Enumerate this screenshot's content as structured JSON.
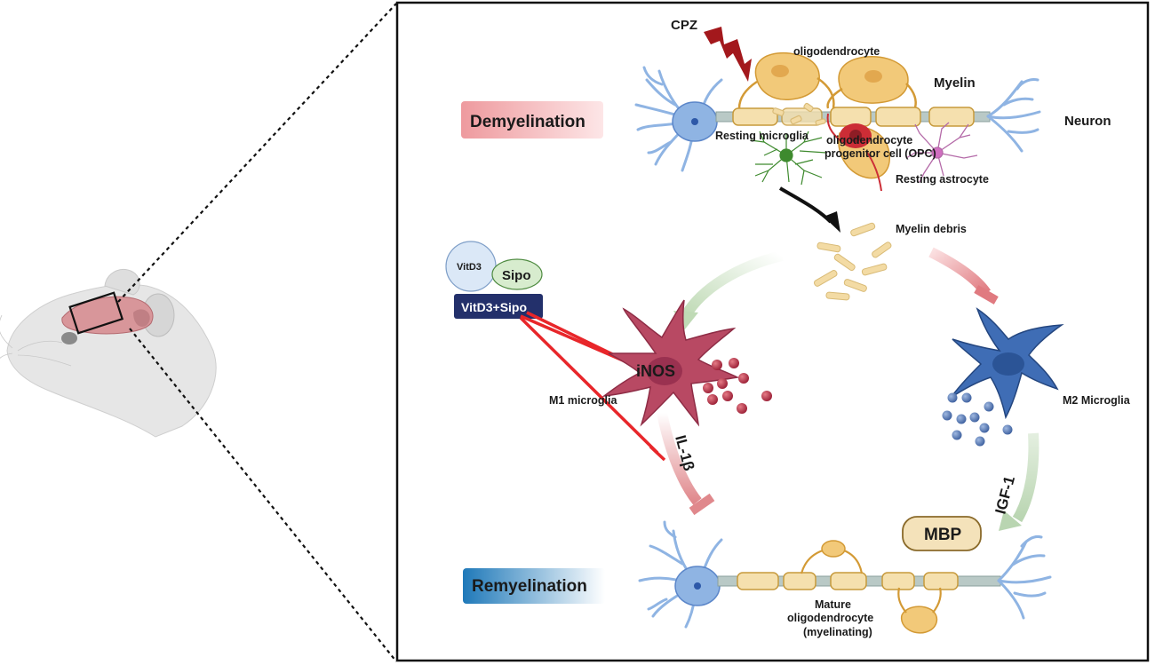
{
  "labels": {
    "cpz": "CPZ",
    "oligodendrocyte": "oligodendrocyte",
    "myelin": "Myelin",
    "neuron": "Neuron",
    "demyelination": "Demyelination",
    "resting_microglia": "Resting microglia",
    "opc_line1": "oligodendrocyte",
    "opc_line2": "progenitor cell (OPC)",
    "resting_astrocyte": "Resting astrocyte",
    "myelin_debris": "Myelin debris",
    "vitd3": "VitD3",
    "sipo": "Sipo",
    "vitd3_sipo": "VitD3+Sipo",
    "inos": "iNOS",
    "m1_microglia": "M1 microglia",
    "m2_microglia": "M2 Microglia",
    "il1b": "IL-1β",
    "igf1": "IGF-1",
    "mbp": "MBP",
    "remyelination": "Remyelination",
    "mature_line1": "Mature",
    "mature_line2": "oligodendrocyte",
    "mature_line3": "(myelinating)"
  },
  "colors": {
    "neuron_blue": "#8fb4e3",
    "neuron_stroke": "#5b86c9",
    "myelin_fill": "#f3dba4",
    "myelin_stroke": "#c79a3c",
    "axon": "#b9c9c6",
    "oligo_fill": "#f2c979",
    "oligo_stroke": "#d39a35",
    "m1_fill": "#b84963",
    "m1_dark": "#8e2c45",
    "m2_fill": "#3f6db5",
    "m2_dark": "#24467f",
    "m1_dot": "#a8263d",
    "m2_dot": "#4a6ca8",
    "inhibit_red": "#e8262a",
    "lightning": "#a3181c",
    "green_arrow": "#cfe3c9",
    "red_arrow": "#e7a0a3",
    "microglia_green": "#3e8a2e",
    "astro_purple": "#b46aa8",
    "opc_red": "#cc2d36",
    "demyel_bg": "#f3b3b6",
    "remyel_bg": "#1e7fbe",
    "vit_box": "#23306b",
    "vit_circle": "#dbe8f7",
    "sipo_circle": "#d7ecce",
    "mbp_fill": "#f4e2ba",
    "mouse_body": "#e8e8e8",
    "brain_pink": "#d48f8f"
  }
}
